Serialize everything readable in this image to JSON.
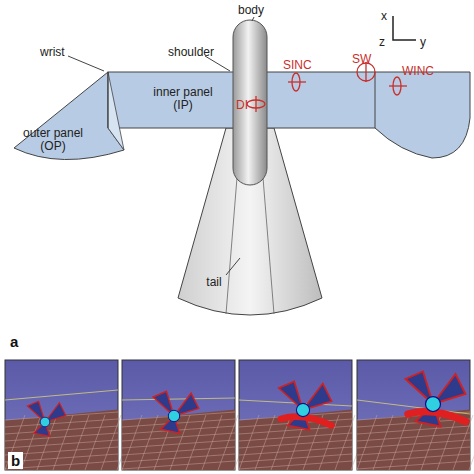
{
  "diagram": {
    "nodes": [
      {
        "text": [
          "outer panel (OP)"
        ]
      },
      {
        "text": [
          "inner panel (IP)"
        ]
      },
      {
        "text": [
          "tail"
        ]
      }
    ],
    "labels": [
      "body",
      "x",
      "z",
      "y",
      "wrist",
      "shoulder",
      "SINC",
      "DI",
      "SW",
      "WINC",
      "a",
      "b"
    ]
  }
}
